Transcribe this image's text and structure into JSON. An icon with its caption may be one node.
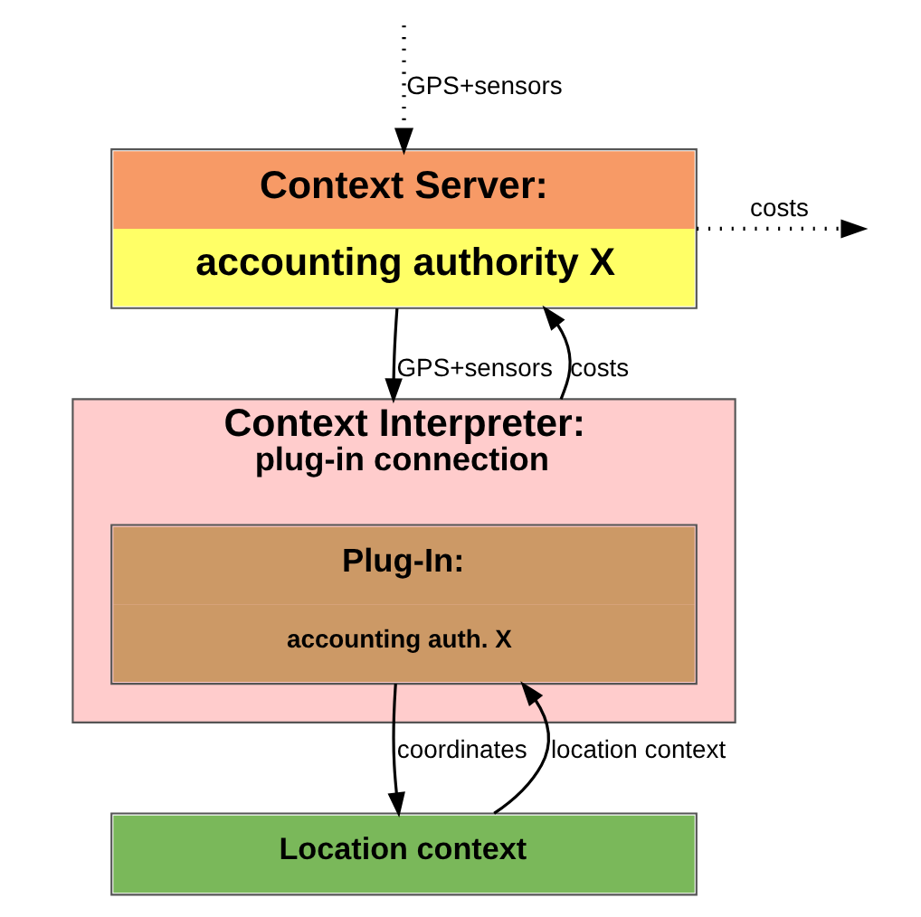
{
  "diagram": {
    "nodes": [
      {
        "text": [
          "Context Server:",
          "accounting authority X"
        ]
      },
      {
        "text": [
          "Context Interpreter:",
          "plug-in connection"
        ]
      },
      {
        "text": [
          "Plug-In:",
          "accounting auth. X"
        ],
        "in": 1
      },
      {
        "text": [
          "Location context"
        ]
      }
    ],
    "edges": [
      {
        "from": 0,
        "to": null,
        "arrow": "to",
        "label": "costs",
        "style": "dashed"
      },
      {
        "from": null,
        "to": 0,
        "arrow": "to",
        "label": "GPS+sensors",
        "style": "dashed"
      },
      {
        "from": 0,
        "to": 1,
        "arrow": "to",
        "label": "GPS+sensors"
      },
      {
        "from": 1,
        "to": 0,
        "arrow": "to",
        "label": "costs"
      },
      {
        "from": 2,
        "to": 3,
        "arrow": "to",
        "label": "coordinates"
      },
      {
        "from": 3,
        "to": 2,
        "arrow": "to",
        "label": "location context"
      }
    ]
  }
}
